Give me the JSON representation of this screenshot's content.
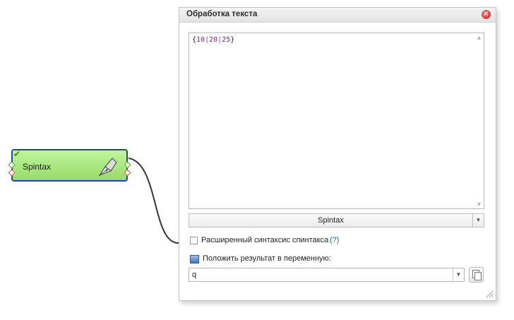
{
  "node": {
    "label": "Spintax",
    "icon": "pen-nib-icon",
    "status_icon": "check-icon"
  },
  "panel": {
    "title": "Обработка текста",
    "close_icon": "close-icon",
    "editor": {
      "text_open": "{",
      "tokens": [
        "10",
        "20",
        "25"
      ],
      "separator": "|",
      "text_close": "}"
    },
    "mode": {
      "selected": "Spintax"
    },
    "advanced_syntax": {
      "label": "Расширенный синтаксис спинтакса",
      "help": "(?)",
      "checked": false
    },
    "save_to_variable": {
      "label": "Положить результат в переменную:",
      "value": "q"
    }
  },
  "colors": {
    "node_border": "#2a3fb0",
    "node_fill": "#a8e57f",
    "close_red": "#d22a2a",
    "token_purple": "#8a1f8a",
    "link_blue": "#1e5fb3"
  }
}
